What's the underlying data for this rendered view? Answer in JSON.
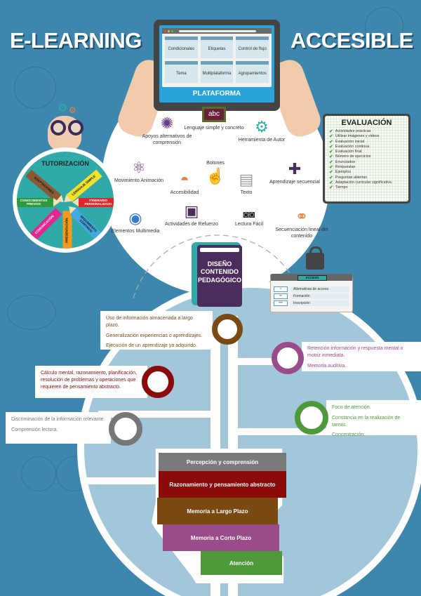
{
  "title": {
    "left": "E-LEARNING",
    "right": "ACCESIBLE"
  },
  "platform": {
    "label": "PLATAFORMA",
    "tiles": [
      "Condicionales",
      "Etiquetas",
      "Control de flujo",
      "Tema",
      "Multiplataforma",
      "Agrupamientos"
    ],
    "window_dots": [
      "#e2534b",
      "#f0b933",
      "#5bb84c"
    ]
  },
  "features": [
    {
      "label": "Lenguaje simple y concreto",
      "icon": "abc-board-icon",
      "glyph": "abc"
    },
    {
      "label": "Apoyos alternativos de comprensión",
      "icon": "brain-icon",
      "glyph": "🧠"
    },
    {
      "label": "Herramienta de Autor",
      "icon": "gears-icon",
      "glyph": "⚙"
    },
    {
      "label": "Botones",
      "icon": "pointing-hand-icon",
      "glyph": "☝"
    },
    {
      "label": "Movimiento Animación",
      "icon": "atom-icon",
      "glyph": "⚛"
    },
    {
      "label": "Accesibilidad",
      "icon": "protractor-icon",
      "glyph": "◓"
    },
    {
      "label": "Texto",
      "icon": "document-icon",
      "glyph": "▤"
    },
    {
      "label": "Aprendizaje secuencial",
      "icon": "puzzle-icon",
      "glyph": "✚"
    },
    {
      "label": "Actividades de Refuerzo",
      "icon": "clipboard-icon",
      "glyph": "📋"
    },
    {
      "label": "Lectura Fácil",
      "icon": "glasses-icon",
      "glyph": "◙◙"
    },
    {
      "label": "Elementos Multimedia",
      "icon": "video-camera-icon",
      "glyph": "🎥"
    },
    {
      "label": "Secuenciación lineal del contenido",
      "icon": "molecule-icon",
      "glyph": "⚭"
    }
  ],
  "tutorizacion": {
    "title": "TUTORIZACIÓN",
    "pencils": [
      {
        "label": "ADAPTACIONES",
        "color": "#8a5a34"
      },
      {
        "label": "LENGUAJE SIMPLE",
        "color": "#f2e22a"
      },
      {
        "label": "CONOCIMIENTOS PREVIOS",
        "color": "#2f9a3c"
      },
      {
        "label": "ITINERARIO PERSONALIZADO",
        "color": "#e0262b"
      },
      {
        "label": "COMUNICACIÓN",
        "color": "#e0268f"
      },
      {
        "label": "PRESENTACIÓN",
        "color": "#f39a1e"
      },
      {
        "label": "SEGUIMIENTO CONTINUO",
        "color": "#45a8e0"
      }
    ]
  },
  "evaluacion": {
    "title": "EVALUACIÓN",
    "items": [
      "Actividades prácticas",
      "Utilizar imágenes y videos",
      "Evaluación inicial",
      "Evaluación continua",
      "Evaluación final",
      "Número de ejercicios",
      "Enunciados",
      "Respuestas",
      "Ejemplos",
      "Preguntas abiertas",
      "Adaptación curricular significativa",
      "Tiempo"
    ]
  },
  "book": {
    "label": "DISEÑO CONTENIDO PEDAGÓGICO"
  },
  "acceso": {
    "title": "ACCESO",
    "rows": [
      {
        "key": "*",
        "value": "Alternativas de acceso"
      },
      {
        "key": "**",
        "value": "Formación"
      },
      {
        "key": "***",
        "value": "Inscripción"
      }
    ]
  },
  "cards": {
    "largo_plazo": {
      "color": "#7b4a12",
      "lines": [
        "Uso de información almacenada a largo plazo.",
        "Generalización experiencias o aprendizajes.",
        "Ejecución de un aprendizaje ya adquirido."
      ]
    },
    "corto_plazo": {
      "color": "#9a4b8a",
      "lines": [
        "Retención  información y respuesta mental o motriz inmediata.",
        "Memoria auditiva."
      ]
    },
    "razonamiento": {
      "color": "#8b0a0a",
      "lines": [
        "Cálculo mental, razonamiento, planificación, resolución de problemas y operaciones que requieren de pensamiento abstracto."
      ]
    },
    "atencion": {
      "color": "#4e9a3a",
      "lines": [
        "Foco de atención.",
        "Constancia en la realización de tareas.",
        "Concentración."
      ]
    },
    "percepcion": {
      "color": "#777777",
      "lines": [
        "Discriminación de la información relevante.",
        "Comprensión lectora."
      ]
    }
  },
  "head_layers": [
    {
      "label": "Percepción y comprensión",
      "color": "#7a7a7a"
    },
    {
      "label": "Razonamiento y pensamiento abstracto",
      "color": "#8b0a0a"
    },
    {
      "label": "Memoria a Largo Plazo",
      "color": "#7b4a12"
    },
    {
      "label": "Memoria a Corto Plazo",
      "color": "#9a4b8a"
    },
    {
      "label": "Atención",
      "color": "#4e9a3a"
    }
  ],
  "colors": {
    "background": "#3d87ae",
    "light_circle": "#a3c7da",
    "teal": "#2faaa9"
  }
}
